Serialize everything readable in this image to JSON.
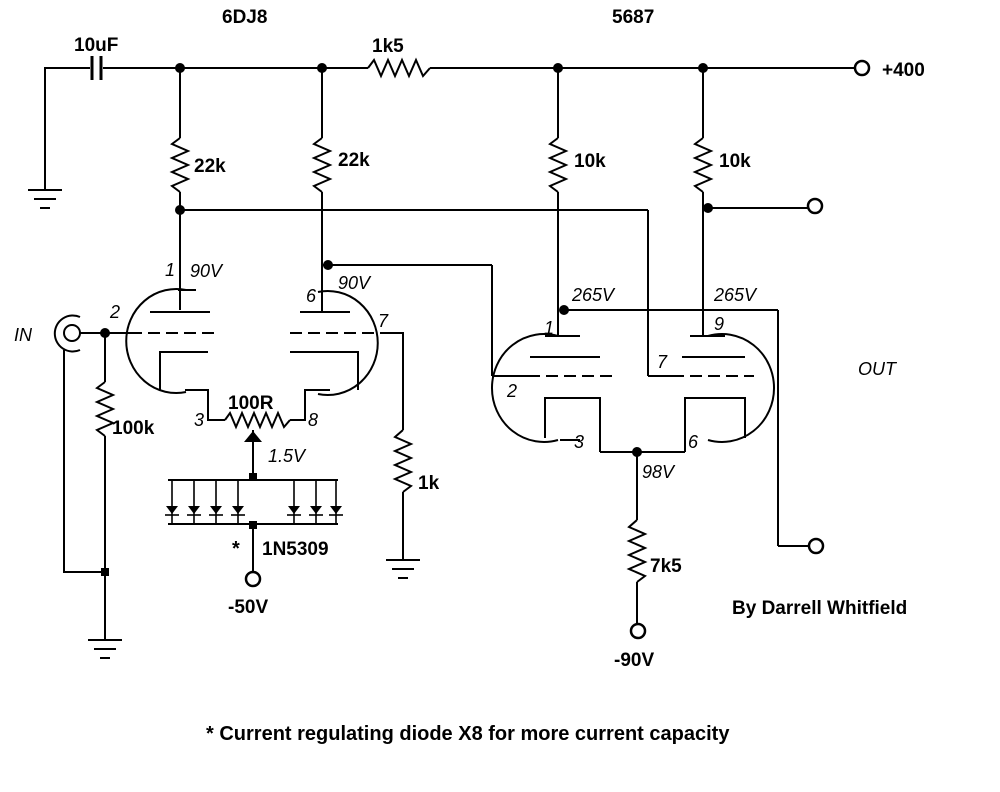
{
  "tubes": {
    "input": "6DJ8",
    "output": "5687"
  },
  "components": {
    "cap": "10uF",
    "r_series": "1k5",
    "r_plate_1": "22k",
    "r_plate_2": "22k",
    "r_plate_3": "10k",
    "r_plate_4": "10k",
    "r_grid": "100k",
    "r_cathode_pot": "100R",
    "r_cathode_1k": "1k",
    "r_tail": "7k5",
    "diode": "1N5309"
  },
  "supplies": {
    "positive": "+400",
    "negative_50": "-50V",
    "negative_90": "-90V"
  },
  "io": {
    "input": "IN",
    "output": "OUT"
  },
  "voltages": {
    "v1": "90V",
    "v2": "90V",
    "v3": "265V",
    "v4": "265V",
    "v5": "1.5V",
    "v6": "98V"
  },
  "pins": {
    "p1": "1",
    "p2": "2",
    "p3": "3",
    "p6": "6",
    "p7": "7",
    "p8": "8",
    "q1": "1",
    "q2": "2",
    "q3": "3",
    "q6": "6",
    "q7": "7",
    "q9": "9"
  },
  "credits": "By Darrell Whitfield",
  "note": {
    "asterisk": "*",
    "text": "* Current regulating diode X8 for more current capacity"
  }
}
